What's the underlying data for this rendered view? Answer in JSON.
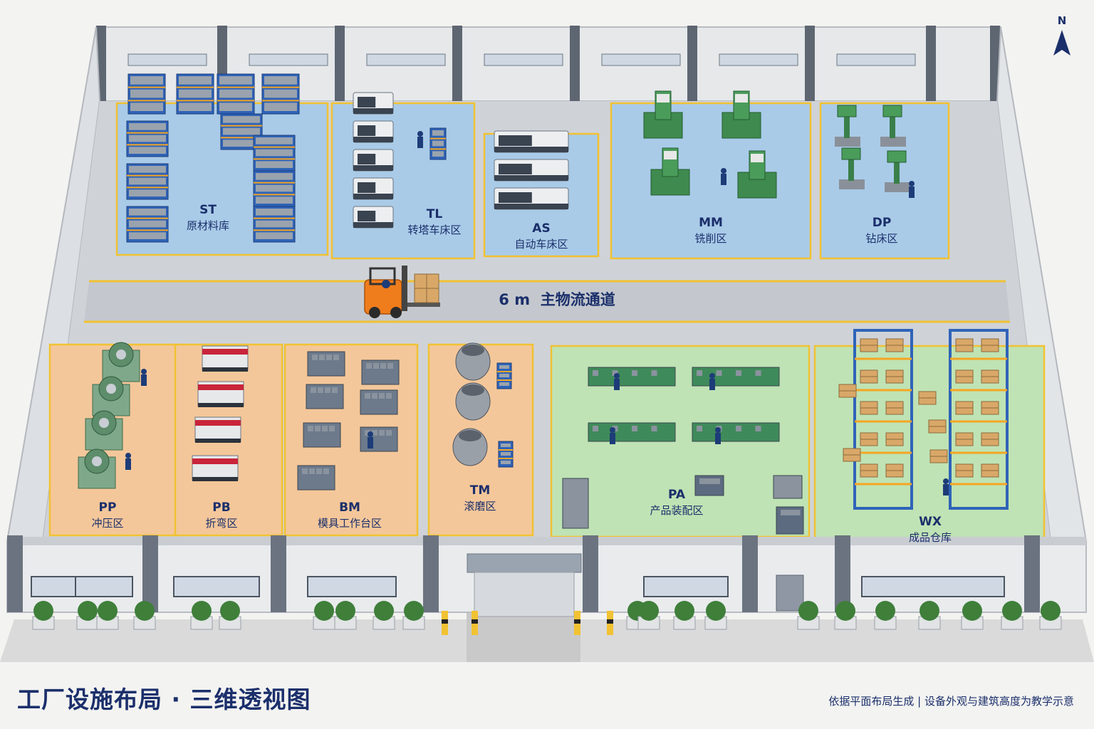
{
  "title": "工厂设施布局 · 三维透视图",
  "note": "依据平面布局生成 | 设备外观与建筑高度为教学示意",
  "north_label": "N",
  "aisle_label": "6 m  主物流通道",
  "colors": {
    "storage_zone": "#a9cbe8",
    "machining_zone": "#a9cbe8",
    "forming_zone": "#f4c79a",
    "assembly_zone": "#bfe3b4",
    "floor": "#cfd3d8",
    "aisle_line": "#f1c232",
    "label_text": "#1b2f6b",
    "forklift": "#f07d1c"
  },
  "zones": [
    {
      "id": "st",
      "code": "ST",
      "name": "原材料库",
      "equipment": "racks"
    },
    {
      "id": "tl",
      "code": "TL",
      "name": "转塔车床区",
      "equipment": "lathes"
    },
    {
      "id": "as",
      "code": "AS",
      "name": "自动车床区",
      "equipment": "auto-lathes"
    },
    {
      "id": "mm",
      "code": "MM",
      "name": "铣削区",
      "equipment": "mills"
    },
    {
      "id": "dp",
      "code": "DP",
      "name": "钻床区",
      "equipment": "drills"
    },
    {
      "id": "pp",
      "code": "PP",
      "name": "冲压区",
      "equipment": "presses"
    },
    {
      "id": "pb",
      "code": "PB",
      "name": "折弯区",
      "equipment": "press-brakes"
    },
    {
      "id": "bm",
      "code": "BM",
      "name": "模具工作台区",
      "equipment": "benches"
    },
    {
      "id": "tm",
      "code": "TM",
      "name": "滚磨区",
      "equipment": "tumblers"
    },
    {
      "id": "pa",
      "code": "PA",
      "name": "产品装配区",
      "equipment": "assembly-lines"
    },
    {
      "id": "wx",
      "code": "WX",
      "name": "成品仓库",
      "equipment": "pallet-racks"
    }
  ]
}
